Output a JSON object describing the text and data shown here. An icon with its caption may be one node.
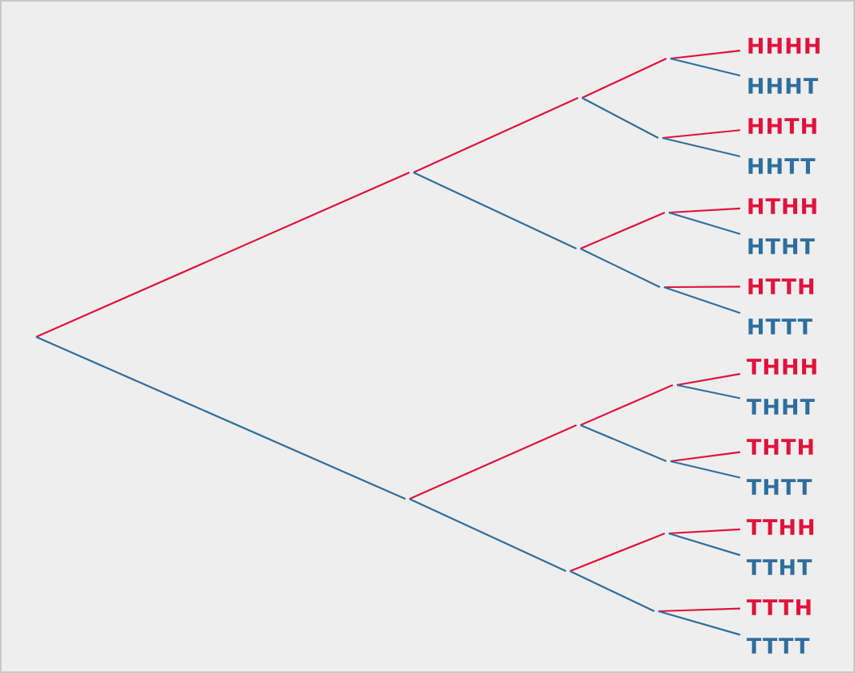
{
  "diagram": {
    "nodes": [
      {
        "text": [
          "HHHH"
        ]
      },
      {
        "text": [
          "HHHT"
        ]
      },
      {
        "text": [
          "HHTH"
        ]
      },
      {
        "text": [
          "HHTT"
        ]
      },
      {
        "text": [
          "HTHH"
        ]
      },
      {
        "text": [
          "HTHT"
        ]
      },
      {
        "text": [
          "HTTH"
        ]
      },
      {
        "text": [
          "HTTT"
        ]
      },
      {
        "text": [
          "THHH"
        ]
      },
      {
        "text": [
          "THHT"
        ]
      },
      {
        "text": [
          "THTH"
        ]
      },
      {
        "text": [
          "THTT"
        ]
      },
      {
        "text": [
          "TTHH"
        ]
      },
      {
        "text": [
          "TTHT"
        ]
      },
      {
        "text": [
          "TTTH"
        ]
      },
      {
        "text": [
          "TTTT"
        ]
      }
    ],
    "edges": [
      {
        "from": null,
        "to": 0,
        "arrow": "none"
      },
      {
        "from": null,
        "to": 1,
        "arrow": "none"
      },
      {
        "from": null,
        "to": 2,
        "arrow": "none"
      },
      {
        "from": null,
        "to": 3,
        "arrow": "none"
      },
      {
        "from": null,
        "to": 4,
        "arrow": "none"
      },
      {
        "from": null,
        "to": 5,
        "arrow": "none"
      },
      {
        "from": null,
        "to": 6,
        "arrow": "none"
      },
      {
        "from": null,
        "to": 7,
        "arrow": "none"
      },
      {
        "from": null,
        "to": 8,
        "arrow": "none",
        "color": "#2e6e9e"
      },
      {
        "from": null,
        "to": 9,
        "arrow": "none",
        "color": "#2e6e9e"
      },
      {
        "from": null,
        "to": 10,
        "arrow": "none",
        "color": "#2e6e9e"
      },
      {
        "from": null,
        "to": 11,
        "arrow": "none",
        "color": "#2e6e9e"
      },
      {
        "from": null,
        "to": 12,
        "arrow": "none",
        "color": "#2e6e9e"
      },
      {
        "from": null,
        "to": 13,
        "arrow": "none",
        "color": "#2e6e9e"
      },
      {
        "from": null,
        "to": 14,
        "arrow": "none",
        "color": "#2e6e9e"
      },
      {
        "from": null,
        "to": 15,
        "arrow": "none",
        "color": "#2e6e9e"
      }
    ]
  }
}
